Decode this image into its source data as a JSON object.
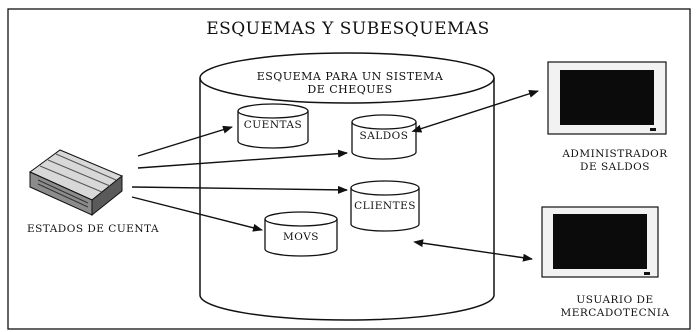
{
  "title": "ESQUEMAS Y SUBESQUEMAS",
  "main_schema": {
    "line1": "ESQUEMA PARA UN SISTEMA",
    "line2": "DE CHEQUES"
  },
  "subschemas": {
    "cuentas": "CUENTAS",
    "saldos": "SALDOS",
    "clientes": "CLIENTES",
    "movs": "MOVS"
  },
  "source": {
    "label": "ESTADOS DE CUENTA"
  },
  "users": {
    "admin": {
      "line1": "ADMINISTRADOR",
      "line2": "DE SALDOS"
    },
    "marketing": {
      "line1": "USUARIO DE",
      "line2": "MERCADOTECNIA"
    }
  },
  "colors": {
    "ink": "#111111",
    "screen": "#0b0b0b",
    "paper": "#ffffff"
  }
}
